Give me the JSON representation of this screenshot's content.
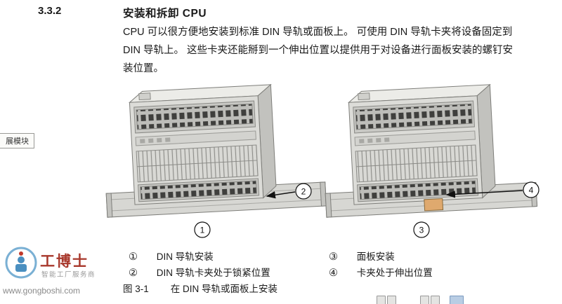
{
  "doc": {
    "section_number": "3.3.2",
    "title": "安装和拆卸 CPU",
    "paragraph_lines": [
      "CPU 可以很方便地安装到标准 DIN 导轨或面板上。 可使用 DIN 导轨卡夹将设备固定到",
      "DIN 导轨上。 这些卡夹还能掰到一个伸出位置以提供用于对设备进行面板安装的螺钉安",
      "装位置。"
    ]
  },
  "side_tab": {
    "label": "展模块"
  },
  "figure": {
    "caption_label": "图 3-1",
    "caption_text": "在 DIN 导轨或面板上安装",
    "callouts": {
      "c1": "1",
      "c2": "2",
      "c3": "3",
      "c4": "4"
    },
    "legend": [
      {
        "num": "①",
        "label": "DIN 导轨安装"
      },
      {
        "num": "②",
        "label": "DIN 导轨卡夹处于锁紧位置"
      },
      {
        "num": "③",
        "label": "面板安装"
      },
      {
        "num": "④",
        "label": "卡夹处于伸出位置"
      }
    ],
    "colors": {
      "device_body": "#dcdcd8",
      "rail": "#d7d7d3",
      "clip": "#dfa96e"
    }
  },
  "watermark": {
    "brand": "工博士",
    "tagline": "智能工厂服务商",
    "url": "www.gongboshi.com"
  }
}
